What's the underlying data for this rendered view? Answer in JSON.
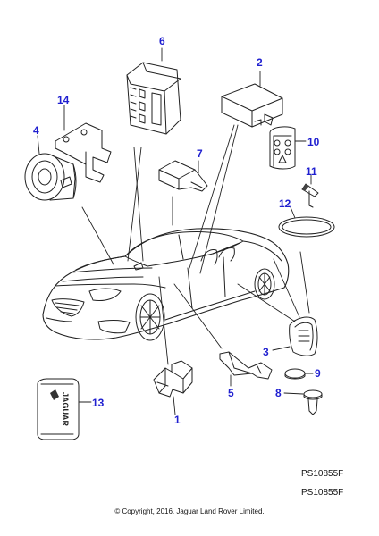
{
  "parts": [
    {
      "num": "1"
    },
    {
      "num": "2"
    },
    {
      "num": "3"
    },
    {
      "num": "4"
    },
    {
      "num": "5"
    },
    {
      "num": "6"
    },
    {
      "num": "7"
    },
    {
      "num": "8"
    },
    {
      "num": "9"
    },
    {
      "num": "10"
    },
    {
      "num": "11"
    },
    {
      "num": "12"
    },
    {
      "num": "13"
    },
    {
      "num": "14"
    }
  ],
  "key_fob_text": "JAGUAR",
  "ref_primary": "PS10855F",
  "ref_secondary": "PS10855F",
  "copyright": "© Copyright, 2016. Jaguar Land Rover Limited.",
  "colors": {
    "callout": "#1f1fd0",
    "line": "#222222"
  }
}
